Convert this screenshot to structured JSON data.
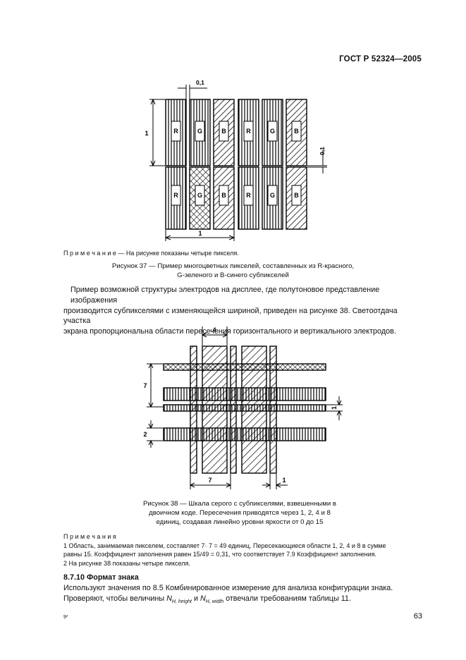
{
  "header": {
    "standard": "ГОСТ Р 52324—2005"
  },
  "figure37": {
    "dims": {
      "top_gap": "0,1",
      "left_height": "1",
      "right_gap": "0,1",
      "bottom_width": "1"
    },
    "top_row_labels": [
      "R",
      "G",
      "B",
      "R",
      "G",
      "B"
    ],
    "bottom_row_labels": [
      "R",
      "G",
      "B",
      "R",
      "G",
      "B"
    ],
    "note": "П р и м е ч а н и е — На рисунке показаны четыре пикселя.",
    "caption": [
      "Рисунок 37 — Пример многоцветных пикселей, составленных из R-красного,",
      "G-зеленого и B-синего субпикселей"
    ]
  },
  "paragraph1": [
    "Пример возможной структуры электродов на дисплее, где полутоновое представление изображения",
    "производится субпикселями с изменяющейся шириной, приведен на рисунке 38. Светоотдача участка",
    "экрана пропорциональна области пересечения горизонтального и вертикального электродов."
  ],
  "figure38": {
    "dims": {
      "top_width": "4",
      "left_height": "7",
      "left_small": "2",
      "right_small": "1",
      "bottom_width": "7",
      "bottom_small": "1"
    },
    "caption": [
      "Рисунок 38 — Шкала серого с субпикселями, взвешенными в",
      "двоичном коде. Пересечения приводятся через 1, 2, 4 и 8",
      "единиц, создавая линейно уровни яркости от 0 до 15"
    ]
  },
  "notes": {
    "title": "П р и м е ч а н и я",
    "lines": [
      "1 Область, занимаемая пикселем, составляет 7· 7 = 49 единиц. Пересекающиеся области 1, 2, 4 и 8 в сумме",
      "равны 15. Коэффициент заполнения равен 15/49 = 0,31, что соответствует 7.9 Коэффициент заполнения.",
      "2 На рисунке 38 показаны четыре пикселя."
    ]
  },
  "section": {
    "heading": "8.7.10 Формат знака",
    "line1": "Используют значения по 8.5 Комбинированное измерение для анализа конфигурации знака.",
    "line2_pre": "Проверяют, чтобы величины ",
    "n": "N",
    "sub1": "H, height",
    "and": " и ",
    "sub2": "H, width",
    "line2_post": " отвечали требованиям таблицы 11."
  },
  "footer": {
    "mark": "9*",
    "page": "63"
  }
}
